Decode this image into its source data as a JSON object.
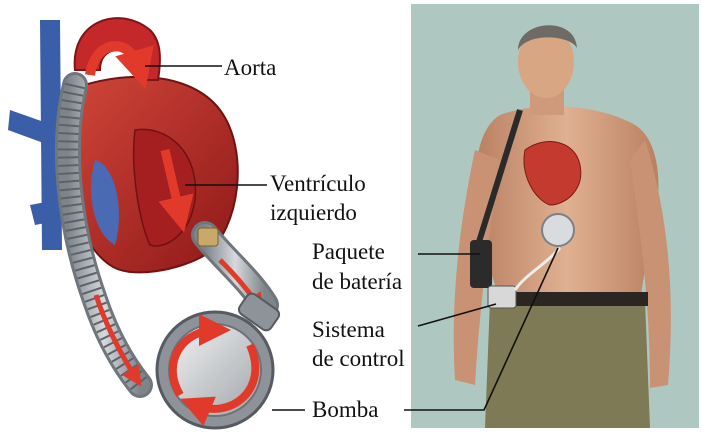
{
  "labels": {
    "aorta": "Aorta",
    "ventricle_line1": "Ventrículo",
    "ventricle_line2": "izquierdo",
    "battery_line1": "Paquete",
    "battery_line2": "de batería",
    "control_line1": "Sistema",
    "control_line2": "de control",
    "pump": "Bomba"
  },
  "colors": {
    "background": "#ffffff",
    "photo_background": "#aec8c1",
    "heart_red": "#b81e1e",
    "blood_arrow": "#e23a2a",
    "vessel_blue": "#3a5fa8",
    "device_gray": "#9ea4aa",
    "skin": "#d9a683",
    "trousers": "#7d7a55"
  }
}
